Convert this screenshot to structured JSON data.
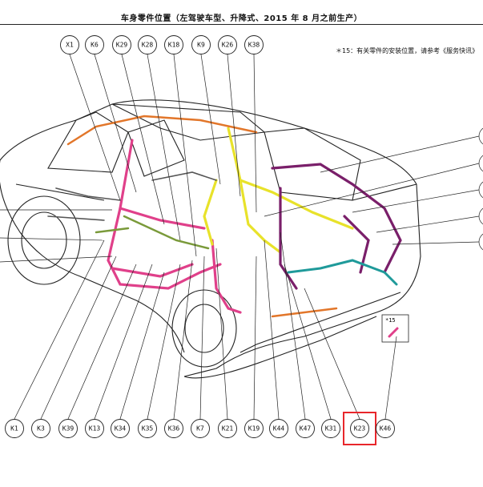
{
  "title": "车身零件位置（左驾驶车型、升降式、2015 年 8 月之前生产）",
  "note": "＊15：有关零件的安装位置，请参考《服务快讯》",
  "inset_label": "*15",
  "top_connectors": [
    "X1",
    "K6",
    "K29",
    "K28",
    "K18",
    "K9",
    "K26",
    "K38"
  ],
  "bottom_connectors": [
    "K1",
    "K3",
    "K39",
    "K13",
    "K34",
    "K35",
    "K36",
    "K7",
    "K21",
    "K19",
    "K44",
    "K47",
    "K31",
    "K23",
    "K46"
  ],
  "highlighted_connector": "K23",
  "colors": {
    "highlight": "#e8262b",
    "harness_pink": "#e0408a",
    "harness_yellow": "#e8e22a",
    "harness_purple": "#7a1f6a",
    "harness_teal": "#1f9a9a",
    "harness_orange": "#e2762a",
    "harness_green": "#7a9a3a"
  }
}
